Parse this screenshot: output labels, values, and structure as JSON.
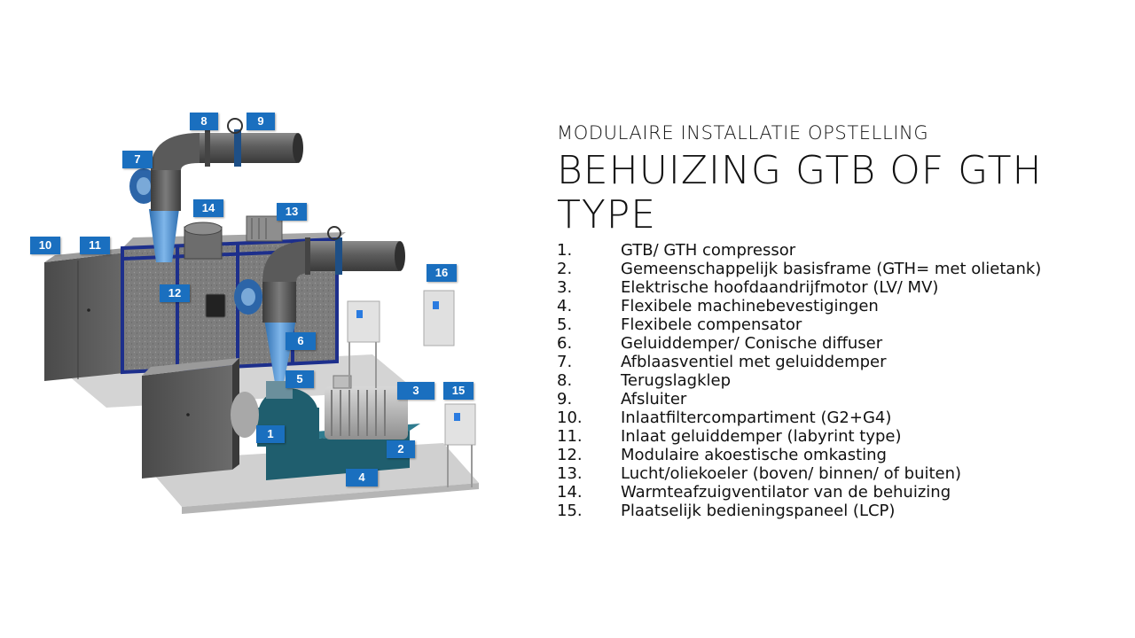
{
  "heading": {
    "subtitle": "MODULAIRE INSTALLATIE OPSTELLING",
    "title": "BEHUIZING GTB OF GTH TYPE"
  },
  "legend": [
    {
      "num": "1.",
      "text": "GTB/ GTH compressor"
    },
    {
      "num": "2.",
      "text": "Gemeenschappelijk basisframe (GTH= met olietank)"
    },
    {
      "num": "3.",
      "text": "Elektrische hoofdaandrijfmotor (LV/ MV)"
    },
    {
      "num": "4.",
      "text": "Flexibele machinebevestigingen"
    },
    {
      "num": "5.",
      "text": "Flexibele compensator"
    },
    {
      "num": "6.",
      "text": "Geluiddemper/ Conische diffuser"
    },
    {
      "num": "7.",
      "text": "Afblaasventiel met geluiddemper"
    },
    {
      "num": "8.",
      "text": "Terugslagklep"
    },
    {
      "num": "9.",
      "text": "Afsluiter"
    },
    {
      "num": "10.",
      "text": "Inlaatfiltercompartiment (G2+G4)"
    },
    {
      "num": "11.",
      "text": "Inlaat geluiddemper (labyrint type)"
    },
    {
      "num": "12.",
      "text": "Modulaire akoestische omkasting"
    },
    {
      "num": "13.",
      "text": "Lucht/oliekoeler (boven/ binnen/ of buiten)"
    },
    {
      "num": "14.",
      "text": "Warmteafzuigventilator van de behuizing"
    },
    {
      "num": "15.",
      "text": "Plaatselijk bedieningspaneel (LCP)"
    }
  ],
  "callouts": [
    {
      "id": "c1",
      "label": "1"
    },
    {
      "id": "c2",
      "label": "2"
    },
    {
      "id": "c3",
      "label": "3"
    },
    {
      "id": "c4",
      "label": "4"
    },
    {
      "id": "c5",
      "label": "5"
    },
    {
      "id": "c6",
      "label": "6"
    },
    {
      "id": "c7",
      "label": "7"
    },
    {
      "id": "c8",
      "label": "8"
    },
    {
      "id": "c9",
      "label": "9"
    },
    {
      "id": "c10",
      "label": "10"
    },
    {
      "id": "c11",
      "label": "11"
    },
    {
      "id": "c12",
      "label": "12"
    },
    {
      "id": "c13",
      "label": "13"
    },
    {
      "id": "c14",
      "label": "14"
    },
    {
      "id": "c15",
      "label": "15"
    },
    {
      "id": "c16",
      "label": "16"
    }
  ],
  "colors": {
    "callout": "#1a6fbf",
    "frame": "#1d2f8c",
    "compressor": "#1f5e6e",
    "pipe": "#5a5a5a",
    "diffuser": "#4f95d6"
  }
}
